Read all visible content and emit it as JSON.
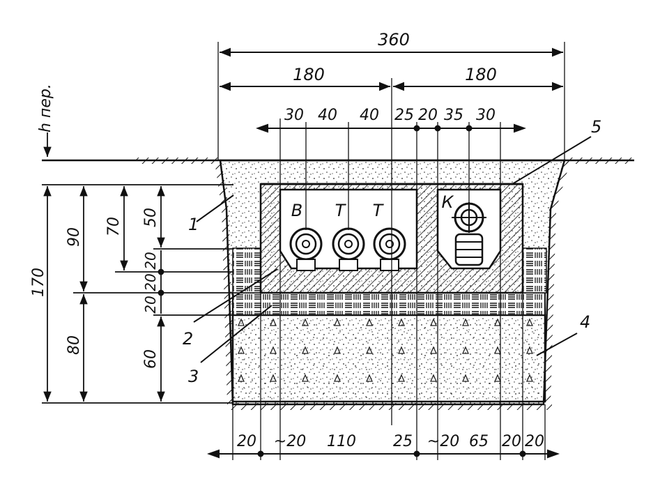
{
  "top_dimensions": {
    "overall": "360",
    "left_half": "180",
    "right_half": "180",
    "spacing_row": [
      "30",
      "40",
      "40",
      "25",
      "20",
      "35",
      "30"
    ]
  },
  "left_vertical_dimensions": {
    "depth_label": "h пер.",
    "total": "170",
    "upper": "90",
    "lower": "80",
    "inner_70": "70",
    "inner_20_a": "20",
    "inner_50": "50",
    "inner_20_b": "20",
    "inner_20_c": "20",
    "inner_60": "60"
  },
  "bottom_dimensions": [
    "20",
    "~20",
    "110",
    "25",
    "~20",
    "65",
    "20",
    "20"
  ],
  "pipe_labels": [
    "В",
    "Т",
    "Т",
    "К"
  ],
  "callouts": [
    "1",
    "2",
    "3",
    "4",
    "5"
  ]
}
